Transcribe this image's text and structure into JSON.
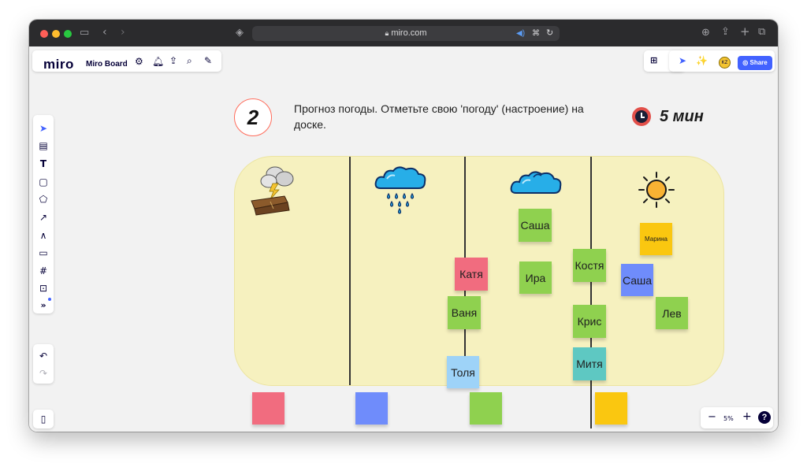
{
  "browser": {
    "url": "miro.com",
    "dots": [
      "#ff5f57",
      "#febc2e",
      "#28c840"
    ]
  },
  "toolbar": {
    "logo": "miro",
    "board_name": "Miro Board",
    "share_label": "Share",
    "avatar_initials": "KZ"
  },
  "zoom": {
    "minus": "−",
    "level": "5%",
    "plus": "+",
    "help": "?"
  },
  "step": {
    "number": "2"
  },
  "instruction": "Прогноз погоды. Отметьте свою 'погоду' (настроение) на доске.",
  "timer": {
    "label": "5 мин"
  },
  "columns": [
    {
      "icon": "thunderstorm-coffin-icon"
    },
    {
      "icon": "rain-cloud-icon"
    },
    {
      "icon": "cloud-icon"
    },
    {
      "icon": "sun-icon"
    }
  ],
  "notes": [
    {
      "text": "Катя",
      "color": "#f16c7f"
    },
    {
      "text": "Ваня",
      "color": "#8fd14f"
    },
    {
      "text": "Толя",
      "color": "#9ed3f8"
    },
    {
      "text": "Саша",
      "color": "#8fd14f"
    },
    {
      "text": "Ира",
      "color": "#8fd14f"
    },
    {
      "text": "Костя",
      "color": "#8fd14f"
    },
    {
      "text": "Крис",
      "color": "#8fd14f"
    },
    {
      "text": "Митя",
      "color": "#5ec8c2"
    },
    {
      "text": "Марина",
      "color": "#fac710"
    },
    {
      "text": "Саша",
      "color": "#6f8cfb"
    },
    {
      "text": "Лев",
      "color": "#8fd14f"
    }
  ],
  "palette": [
    {
      "color": "#f16c7f"
    },
    {
      "color": "#6f8cfb"
    },
    {
      "color": "#8fd14f"
    },
    {
      "color": "#fac710"
    }
  ]
}
